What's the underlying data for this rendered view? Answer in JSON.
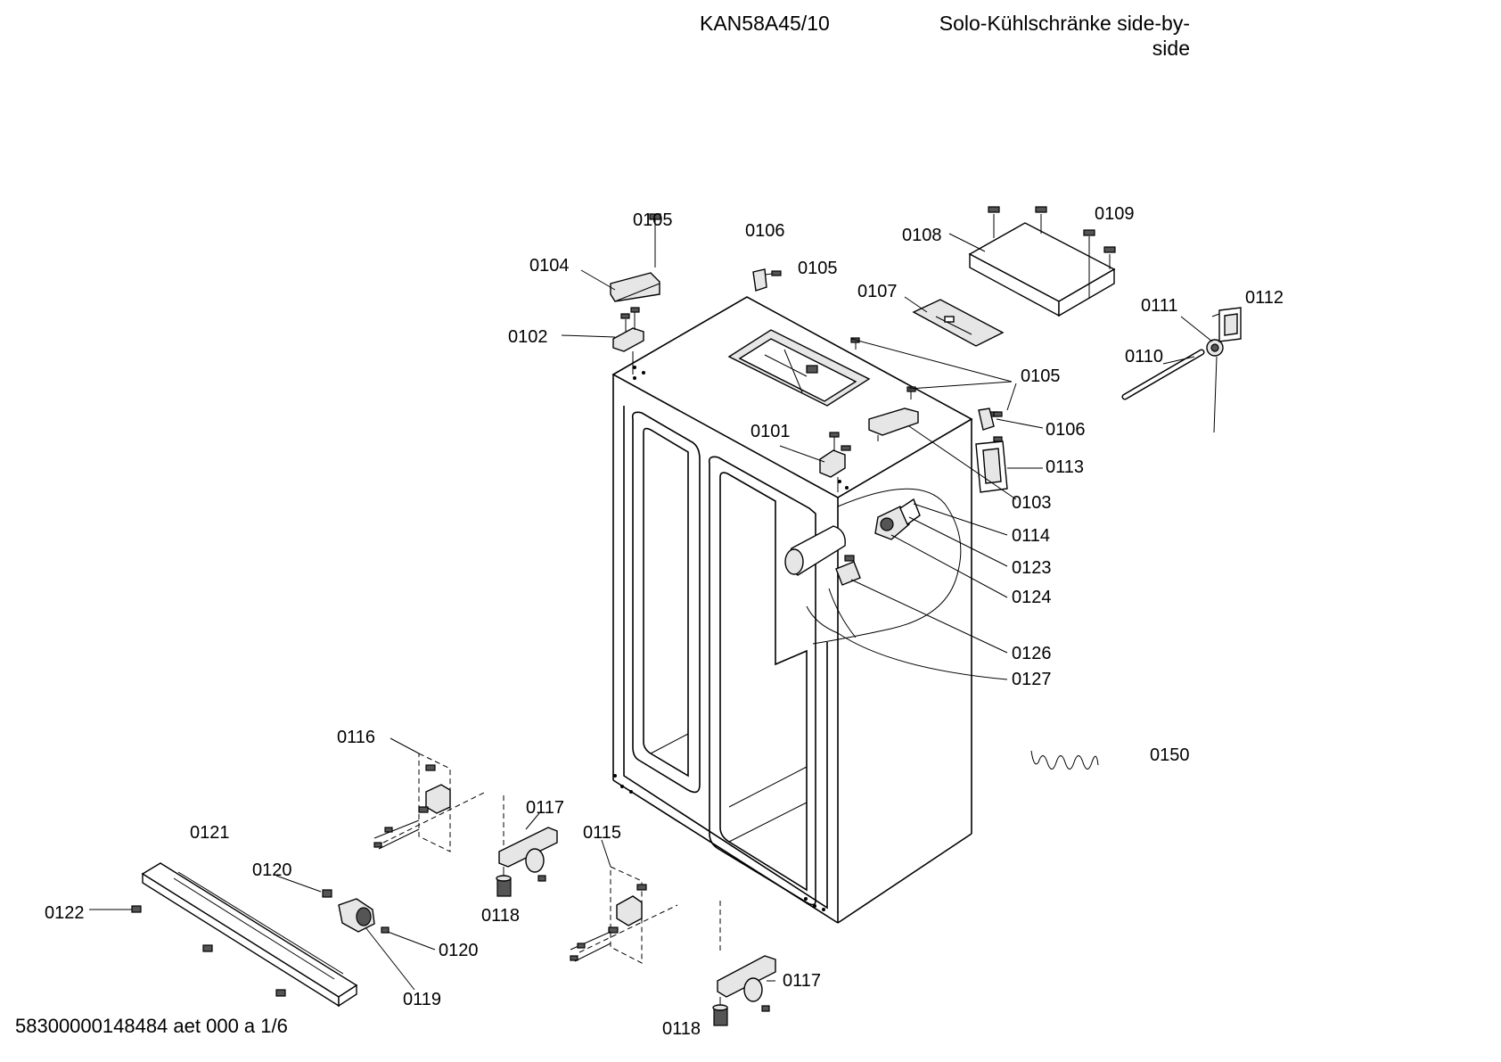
{
  "header": {
    "model": "KAN58A45/10",
    "title_line1": "Solo-Kühlschränke side-by-",
    "title_line2": "side"
  },
  "footer": {
    "doc_ref": "58300000148484 aet 000 a 1/6"
  },
  "labels": {
    "p0101": "0101",
    "p0102": "0102",
    "p0103": "0103",
    "p0104": "0104",
    "p0105": "0105",
    "p0106": "0106",
    "p0107": "0107",
    "p0108": "0108",
    "p0109": "0109",
    "p0110": "0110",
    "p0111": "0111",
    "p0112": "0112",
    "p0113": "0113",
    "p0114": "0114",
    "p0115": "0115",
    "p0116": "0116",
    "p0117": "0117",
    "p0118": "0118",
    "p0119": "0119",
    "p0120": "0120",
    "p0121": "0121",
    "p0122": "0122",
    "p0123": "0123",
    "p0124": "0124",
    "p0126": "0126",
    "p0127": "0127",
    "p0150": "0150"
  }
}
